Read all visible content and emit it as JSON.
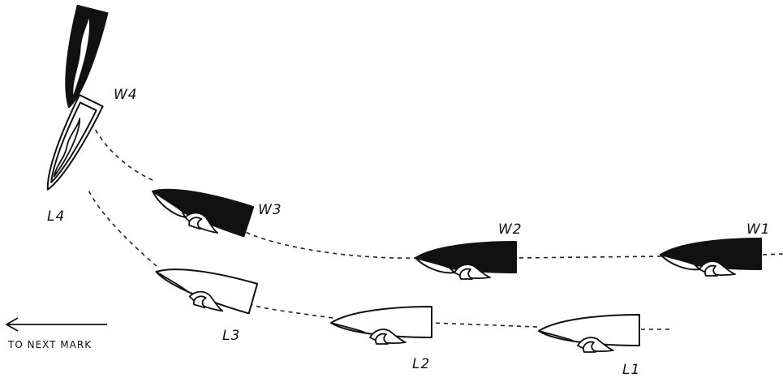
{
  "boats": {
    "windward": [
      {
        "label": "W1",
        "fill": "#111111"
      },
      {
        "label": "W2",
        "fill": "#111111"
      },
      {
        "label": "W3",
        "fill": "#111111"
      },
      {
        "label": "W4",
        "fill": "#111111"
      }
    ],
    "leeward": [
      {
        "label": "L1",
        "fill": "#ffffff"
      },
      {
        "label": "L2",
        "fill": "#ffffff"
      },
      {
        "label": "L3",
        "fill": "#ffffff"
      },
      {
        "label": "L4",
        "fill": "#ffffff"
      }
    ]
  },
  "direction_caption": "TO NEXT MARK",
  "colors": {
    "ink": "#111111",
    "background": "#ffffff"
  }
}
